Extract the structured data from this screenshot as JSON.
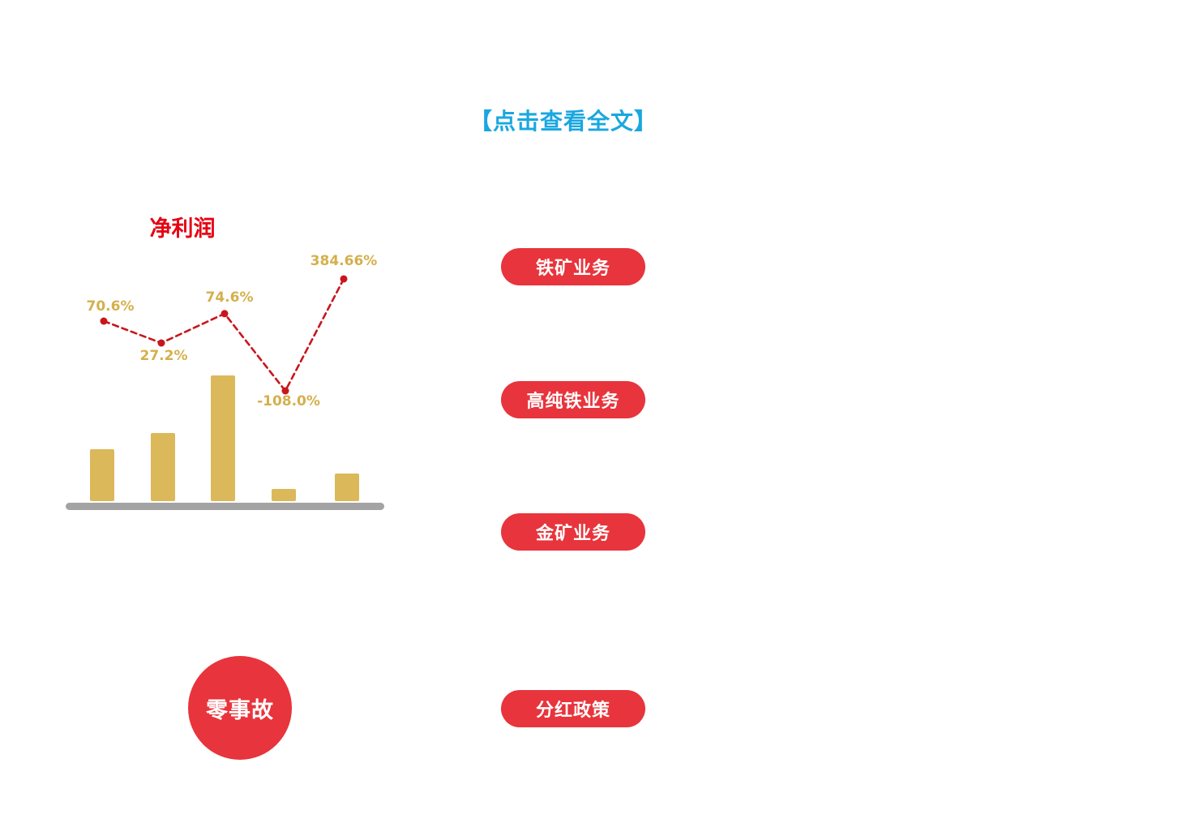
{
  "read_more_label": "【点击查看全文】",
  "chart_data": {
    "type": "bar+line",
    "title": "净利润",
    "series": [
      {
        "kind": "bar",
        "values": [
          64,
          84,
          155,
          15,
          34
        ]
      },
      {
        "kind": "line",
        "values": [
          70.6,
          27.2,
          74.6,
          -108.0,
          384.66
        ],
        "labels": [
          "70.6%",
          "27.2%",
          "74.6%",
          "-108.0%",
          "384.66%"
        ]
      }
    ],
    "grid": false
  },
  "buttons": [
    {
      "label": "铁矿业务"
    },
    {
      "label": "高纯铁业务"
    },
    {
      "label": "金矿业务"
    },
    {
      "label": "分红政策"
    }
  ],
  "badge": {
    "label": "零事故"
  },
  "colors": {
    "bar": "#dbb859",
    "line": "#c8161d",
    "label": "#d4b04c",
    "baseline": "#a3a3a3",
    "pill": "#e8343c",
    "link": "#1aa7e0",
    "title": "#e60012"
  }
}
